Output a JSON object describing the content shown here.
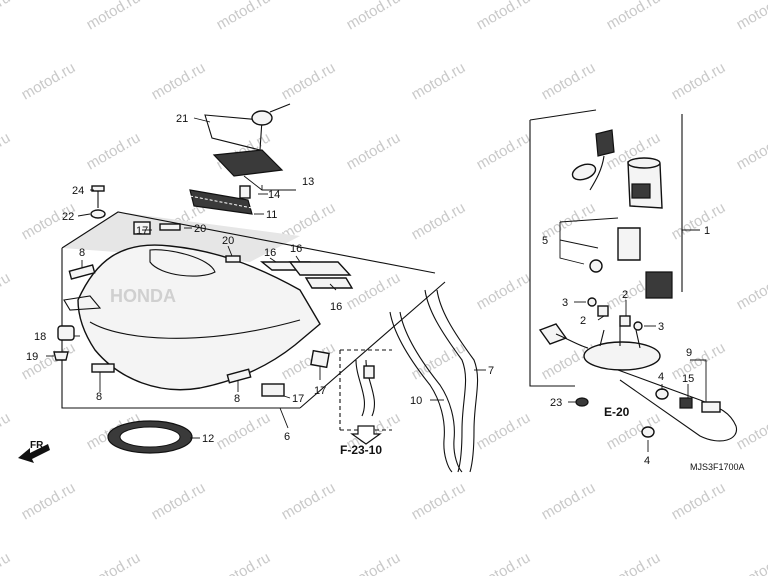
{
  "watermark": "motod.ru",
  "diagram_code": "MJS3F1700A",
  "front_arrow_label": "FR.",
  "ref_f23": "F-23-10",
  "ref_e20": "E-20",
  "brand_text": "HONDA",
  "labels": {
    "n1": "1",
    "n2a": "2",
    "n2b": "2",
    "n3a": "3",
    "n3b": "3",
    "n4a": "4",
    "n4b": "4",
    "n5": "5",
    "n6": "6",
    "n7": "7",
    "n8a": "8",
    "n8b": "8",
    "n8c": "8",
    "n9": "9",
    "n10": "10",
    "n11": "11",
    "n12": "12",
    "n13": "13",
    "n14": "14",
    "n15": "15",
    "n16a": "16",
    "n16b": "16",
    "n16c": "16",
    "n17a": "17",
    "n17b": "17",
    "n17c": "17",
    "n18": "18",
    "n19": "19",
    "n20a": "20",
    "n20b": "20",
    "n21": "21",
    "n22": "22",
    "n23": "23",
    "n24": "24"
  }
}
